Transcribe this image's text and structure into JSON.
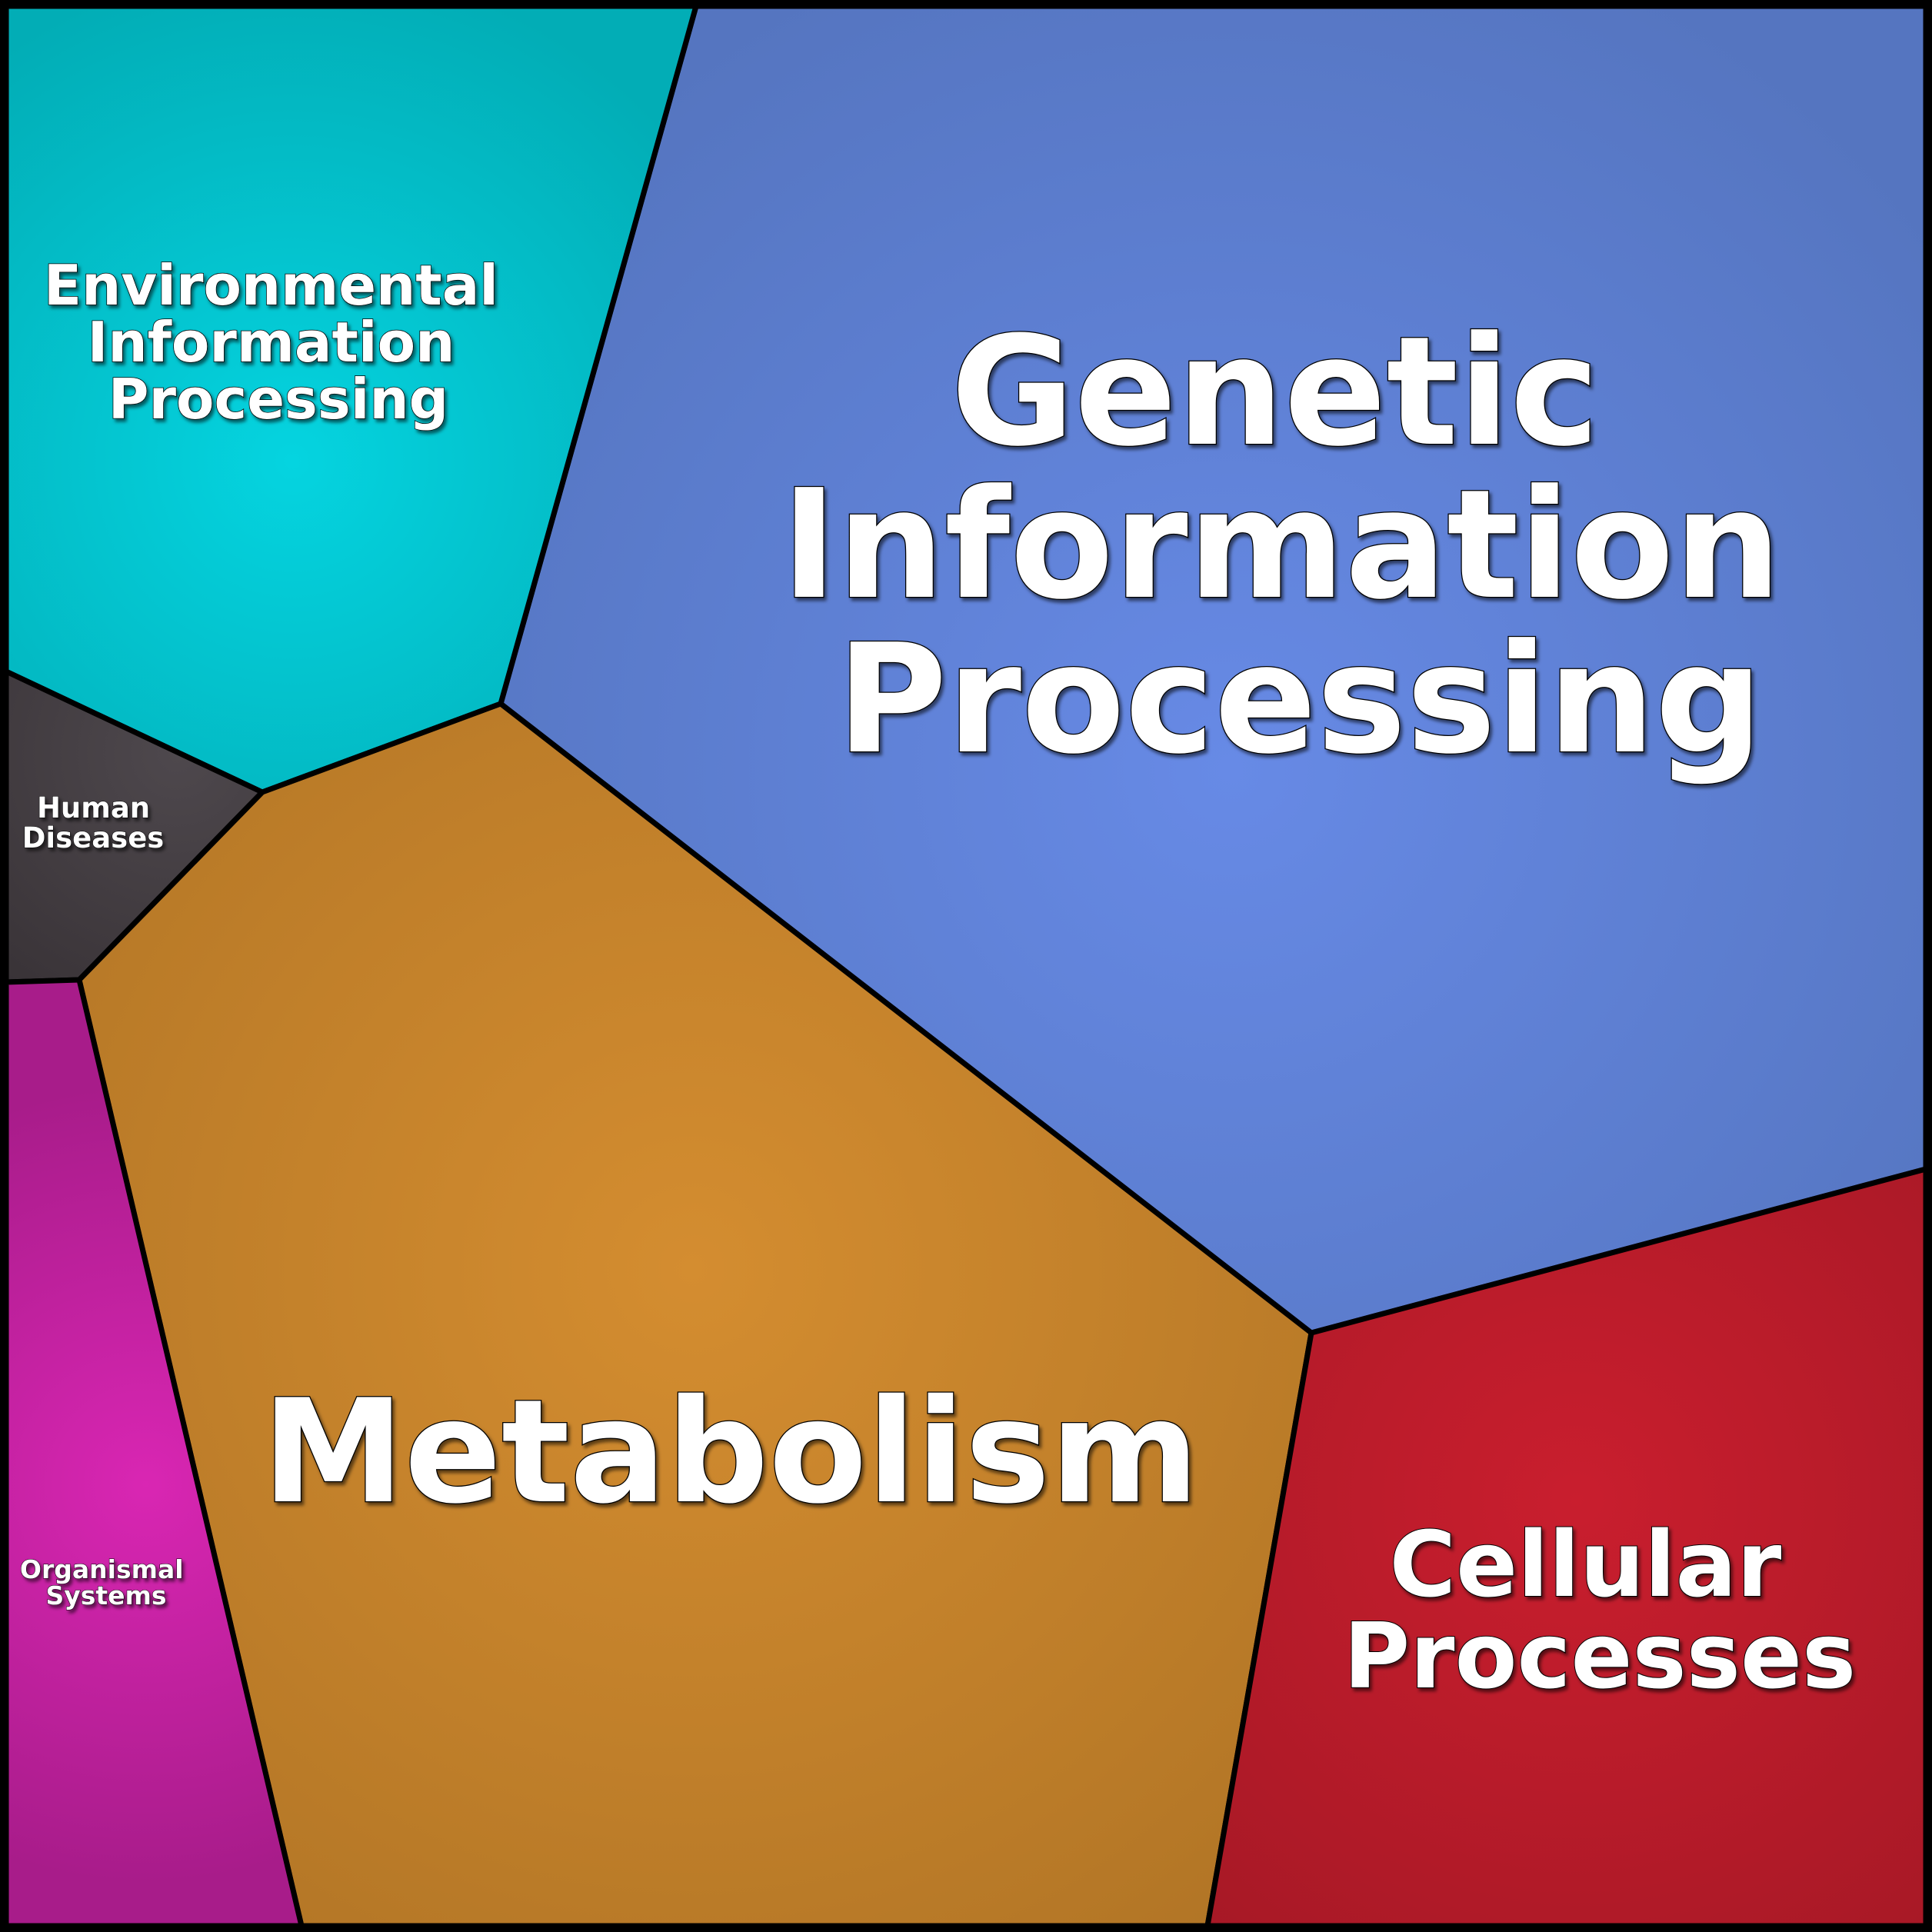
{
  "regions": [
    {
      "id": "genetic",
      "lines": [
        "Genetic",
        "Information",
        "Processing"
      ],
      "color": "#678ae6",
      "edge_color": "#5575c0"
    },
    {
      "id": "env",
      "lines": [
        "Environmental",
        "Information",
        "Processing"
      ],
      "color": "#05d4e0",
      "edge_color": "#02adb6"
    },
    {
      "id": "human",
      "lines": [
        "Human",
        "Diseases"
      ],
      "color": "#4e484d",
      "edge_color": "#363034"
    },
    {
      "id": "metab",
      "lines": [
        "Metabolism"
      ],
      "color": "#d48d30",
      "edge_color": "#b07425"
    },
    {
      "id": "org",
      "lines": [
        "Organismal",
        "Systems"
      ],
      "color": "#d926b3",
      "edge_color": "#a81c8a"
    },
    {
      "id": "cell",
      "lines": [
        "Cellular",
        "Processes"
      ],
      "color": "#c91e2e",
      "edge_color": "#a41825"
    }
  ]
}
